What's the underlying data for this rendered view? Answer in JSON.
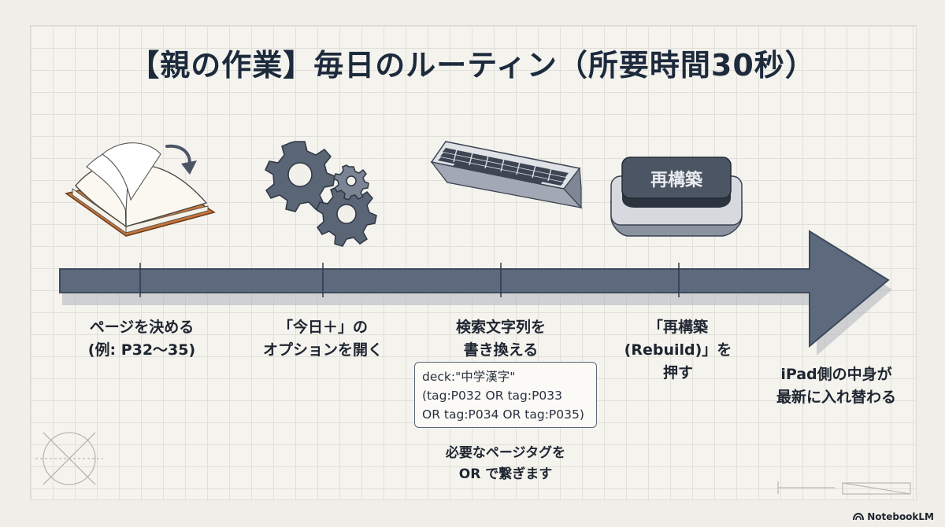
{
  "title": "【親の作業】毎日のルーティン（所要時間30秒）",
  "steps": [
    {
      "line1": "ページを決める",
      "line2": "(例: P32〜35)",
      "line3": ""
    },
    {
      "line1": "「今日＋」の",
      "line2": "オプションを開く",
      "line3": ""
    },
    {
      "line1": "検索文字列を",
      "line2": "書き換える",
      "line3": ""
    },
    {
      "line1": "「再構築",
      "line2": "(Rebuild)」を",
      "line3": "押す"
    },
    {
      "line1": "iPad側の中身が",
      "line2": "最新に入れ替わる",
      "line3": ""
    }
  ],
  "code": {
    "line1": "deck:\"中学漢字\"",
    "line2": "(tag:P032 OR tag:P033",
    "line3": "OR tag:P034 OR tag:P035)"
  },
  "note": {
    "line1": "必要なページタグを",
    "line2": "OR で繋ぎます"
  },
  "button_label": "再構築",
  "brand": "NotebookLM",
  "icons": [
    "open-book-icon",
    "gears-icon",
    "keyboard-icon",
    "rebuild-button-icon"
  ],
  "colors": {
    "arrow": "#5d6a7e",
    "arrow_edge": "#3e4a5c",
    "title": "#1c2a3c",
    "book_cover": "#c8763a",
    "gear": "#5a6575"
  }
}
